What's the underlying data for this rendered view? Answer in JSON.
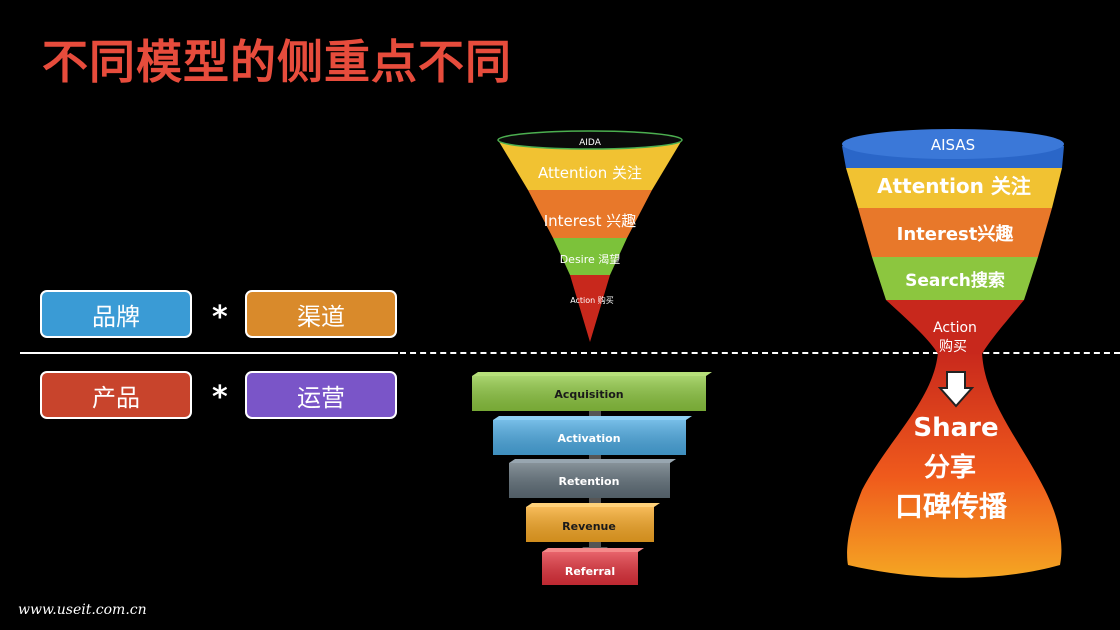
{
  "title": "不同模型的侧重点不同",
  "left_grid": {
    "brand": "品牌",
    "channel": "渠道",
    "product": "产品",
    "operation": "运营",
    "multiply_symbol": "*"
  },
  "aida": {
    "label": "AIDA",
    "stages": [
      "Attention 关注",
      "Interest 兴趣",
      "Desire 渴望",
      "Action 购买"
    ]
  },
  "aarrr": {
    "stages": [
      "Acquisition",
      "Activation",
      "Retention",
      "Revenue",
      "Referral"
    ]
  },
  "aisas": {
    "label": "AISAS",
    "stages": [
      "Attention 关注",
      "Interest兴趣",
      "Search搜索"
    ],
    "action_line1": "Action",
    "action_line2": "购买",
    "share_line1": "Share",
    "share_line2": "分享",
    "share_line3": "口碑传播"
  },
  "footer": "www.useit.com.cn",
  "colors": {
    "title": "#e74c3c",
    "brand": "#3a9bd5",
    "channel": "#d98a2b",
    "product": "#c8442c",
    "operation": "#7a55c8"
  }
}
